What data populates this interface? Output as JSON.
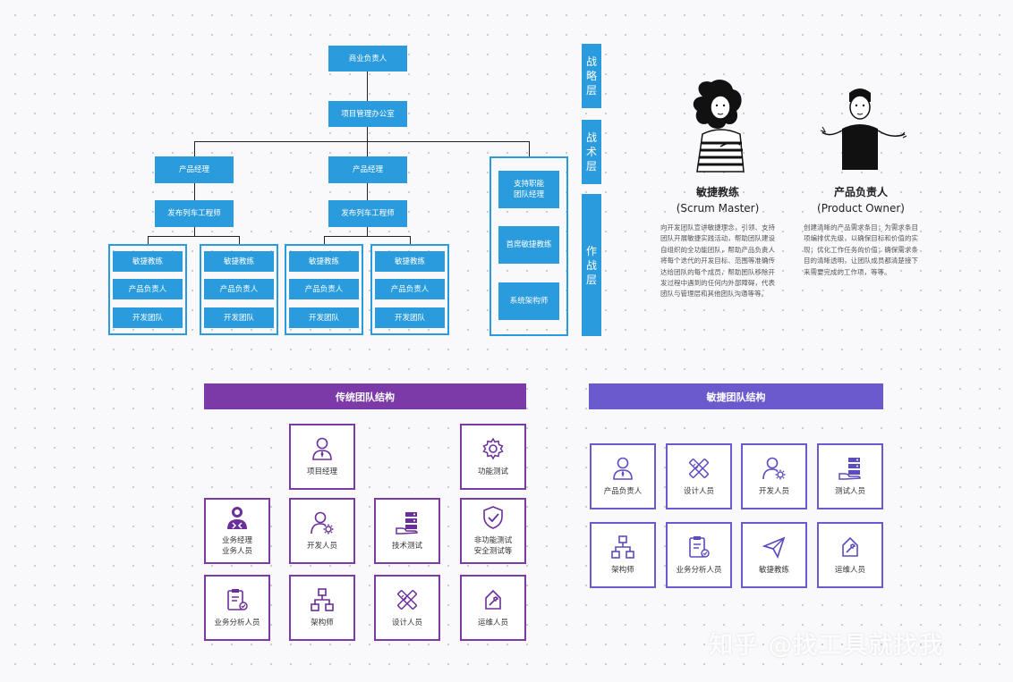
{
  "org": {
    "top": "商业负责人",
    "pmo": "项目管理办公室",
    "left_pm": "产品经理",
    "left_rte": "发布列车工程师",
    "mid_pm": "产品经理",
    "mid_rte": "发布列车工程师",
    "support": [
      "支持职能\n团队经理",
      "首席敏捷教练",
      "系统架构师"
    ],
    "team_items": [
      "敏捷教练",
      "产品负责人",
      "开发团队"
    ]
  },
  "layers": {
    "strategy": [
      "战",
      "略",
      "层"
    ],
    "tactics": [
      "战",
      "术",
      "层"
    ],
    "operation": [
      "作",
      "战",
      "层"
    ]
  },
  "roles": {
    "scrum_master": {
      "title": "敏捷教练",
      "subtitle": "(Scrum Master)",
      "desc": "向开发团队宣讲敏捷理念，引领、支持团队开展敏捷实践活动，帮助团队建设自组织的全功能团队，帮助产品负责人将每个迭代的开发目标、范围等准确传达给团队的每个成员，帮助团队移除开发过程中遇到的任何内外部障碍，代表团队与管理层和其他团队沟通等等。"
    },
    "product_owner": {
      "title": "产品负责人",
      "subtitle": "(Product Owner)",
      "desc": "创建清晰的产品需求条目；为需求条目项编排优先级，以确保目标和价值的实现；优化工作任务的价值；确保需求条目的清晰透明，让团队成员都清楚接下来需要完成的工作项，等等。"
    }
  },
  "traditional": {
    "title": "传统团队结构",
    "cards": [
      {
        "label": "项目经理",
        "icon": "person-tie-icon"
      },
      {
        "label": "功能测试",
        "icon": "gear-icon"
      },
      {
        "label": "业务经理\n业务人员",
        "icon": "business-person-icon"
      },
      {
        "label": "开发人员",
        "icon": "person-gear-icon"
      },
      {
        "label": "技术测试",
        "icon": "server-hand-icon"
      },
      {
        "label": "非功能测试\n安全测试等",
        "icon": "shield-check-icon"
      },
      {
        "label": "业务分析人员",
        "icon": "clipboard-icon"
      },
      {
        "label": "架构师",
        "icon": "hierarchy-icon"
      },
      {
        "label": "设计人员",
        "icon": "pencil-ruler-icon"
      },
      {
        "label": "运维人员",
        "icon": "wrench-icon"
      }
    ]
  },
  "agile": {
    "title": "敏捷团队结构",
    "cards": [
      {
        "label": "产品负责人",
        "icon": "person-tie-icon"
      },
      {
        "label": "设计人员",
        "icon": "pencil-ruler-icon"
      },
      {
        "label": "开发人员",
        "icon": "person-gear-icon"
      },
      {
        "label": "测试人员",
        "icon": "server-hand-icon"
      },
      {
        "label": "架构师",
        "icon": "hierarchy-icon"
      },
      {
        "label": "业务分析人员",
        "icon": "clipboard-icon"
      },
      {
        "label": "敏捷教练",
        "icon": "paper-plane-icon"
      },
      {
        "label": "运维人员",
        "icon": "wrench-icon"
      }
    ]
  },
  "colors": {
    "org_blue": "#2a9bdc",
    "traditional_purple": "#7c3aa8",
    "agile_violet": "#6a5acd"
  },
  "watermark": "知乎 @找工具就找我"
}
